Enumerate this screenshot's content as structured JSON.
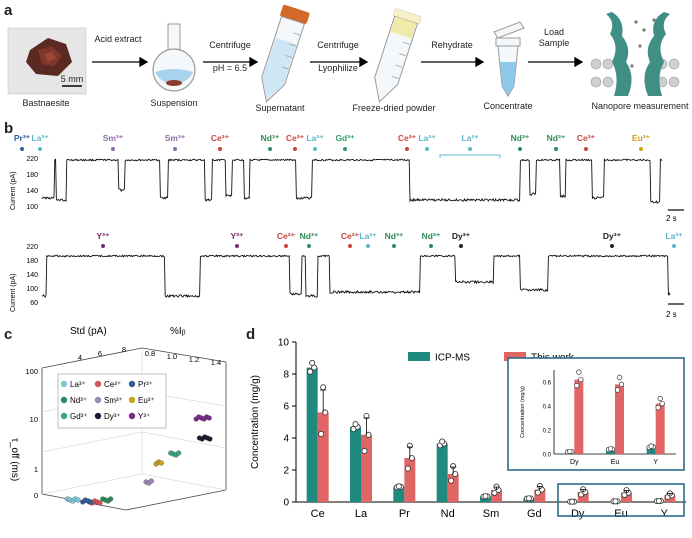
{
  "panels": {
    "a": "a",
    "b": "b",
    "c": "c",
    "d": "d"
  },
  "panel_a": {
    "steps": [
      "Bastnaesite",
      "Suspension",
      "Supernatant",
      "Freeze-dried powder",
      "Concentrate",
      "Nanopore measurement"
    ],
    "arrows": [
      {
        "line1": "Acid extract",
        "line2": ""
      },
      {
        "line1": "Centrifuge",
        "line2": "pH = 6.5"
      },
      {
        "line1": "Centrifuge",
        "line2": "Lyophilize"
      },
      {
        "line1": "Rehydrate",
        "line2": ""
      },
      {
        "line1": "Load",
        "line2": "Sample"
      }
    ],
    "scale_bar": "5 mm"
  },
  "panel_b": {
    "ylabel": "Current (pA)",
    "top": {
      "yticks": [
        "220",
        "180",
        "140",
        "100"
      ],
      "ions": [
        {
          "t": "Pr³⁺",
          "c": "#2d5f9a",
          "x": 22
        },
        {
          "t": "La³⁺",
          "c": "#5bb8c9",
          "x": 40
        },
        {
          "t": "Sm³⁺",
          "c": "#8e6ba8",
          "x": 113
        },
        {
          "t": "Sm³⁺",
          "c": "#8e6ba8",
          "x": 175
        },
        {
          "t": "Ce³⁺",
          "c": "#c9453c",
          "x": 220
        },
        {
          "t": "Nd³⁺",
          "c": "#2e8b57",
          "x": 270
        },
        {
          "t": "Ce³⁺",
          "c": "#c9453c",
          "x": 295
        },
        {
          "t": "La³⁺",
          "c": "#5bb8c9",
          "x": 315
        },
        {
          "t": "Gd³⁺",
          "c": "#2e9e6b",
          "x": 345
        },
        {
          "t": "Ce³⁺",
          "c": "#c9453c",
          "x": 407
        },
        {
          "t": "La³⁺",
          "c": "#5bb8c9",
          "x": 427
        },
        {
          "t": "La³⁺",
          "c": "#5bb8c9",
          "x": 470
        },
        {
          "t": "Nd³⁺",
          "c": "#2e8b57",
          "x": 520
        },
        {
          "t": "Nd³⁺",
          "c": "#2e8b57",
          "x": 556
        },
        {
          "t": "Ce³⁺",
          "c": "#c9453c",
          "x": 586
        },
        {
          "t": "Eu³⁺",
          "c": "#c9a21e",
          "x": 641
        }
      ],
      "scale": "2 s"
    },
    "bottom": {
      "yticks": [
        "220",
        "180",
        "140",
        "100",
        "60"
      ],
      "ions": [
        {
          "t": "Y³⁺",
          "c": "#7a2a6b",
          "x": 103
        },
        {
          "t": "Y³⁺",
          "c": "#7a2a6b",
          "x": 237
        },
        {
          "t": "Ce³⁺",
          "c": "#c9453c",
          "x": 286
        },
        {
          "t": "Nd³⁺",
          "c": "#2e8b57",
          "x": 309
        },
        {
          "t": "Ce³⁺",
          "c": "#c9453c",
          "x": 350
        },
        {
          "t": "La³⁺",
          "c": "#5bb8c9",
          "x": 368
        },
        {
          "t": "Nd³⁺",
          "c": "#2e8b57",
          "x": 394
        },
        {
          "t": "Nd³⁺",
          "c": "#2e8b57",
          "x": 431
        },
        {
          "t": "Dy³⁺",
          "c": "#222222",
          "x": 461
        },
        {
          "t": "Dy³⁺",
          "c": "#222222",
          "x": 612
        },
        {
          "t": "La³⁺",
          "c": "#5bb8c9",
          "x": 674
        }
      ],
      "scale": "2 s"
    }
  },
  "panel_c": {
    "axis_std": "Std (pA)",
    "axis_ib": "%Iᵦ",
    "axis_t": "τ_off (ms)",
    "std_ticks": [
      "4",
      "6",
      "8"
    ],
    "ib_ticks": [
      "0.8",
      "1.0",
      "1.2",
      "1.4"
    ],
    "t_ticks": [
      "100",
      "10",
      "1",
      "0"
    ],
    "legend": [
      {
        "t": "La³⁺",
        "c": "#7ec8d8"
      },
      {
        "t": "Ce³⁺",
        "c": "#d9534f"
      },
      {
        "t": "Pr³⁺",
        "c": "#2f5f9e"
      },
      {
        "t": "Nd³⁺",
        "c": "#2e8b57"
      },
      {
        "t": "Sm³⁺",
        "c": "#9a86b8"
      },
      {
        "t": "Eu³⁺",
        "c": "#c9a21e"
      },
      {
        "t": "Gd³⁺",
        "c": "#3aa77a"
      },
      {
        "t": "Dy³⁺",
        "c": "#1a1a2e"
      },
      {
        "t": "Y³⁺",
        "c": "#7a2a8b"
      }
    ]
  },
  "chart_data": {
    "type": "bar",
    "title": "",
    "ylabel": "Concentration (mg/g)",
    "xlabel": "",
    "ylim": [
      0,
      10
    ],
    "yticks": [
      0,
      2,
      4,
      6,
      8,
      10
    ],
    "categories": [
      "Ce",
      "La",
      "Pr",
      "Nd",
      "Sm",
      "Gd",
      "Dy",
      "Eu",
      "Y"
    ],
    "series": [
      {
        "name": "ICP-MS",
        "color": "#1f8a80",
        "values": [
          8.4,
          4.7,
          0.95,
          3.65,
          0.35,
          0.22,
          0.02,
          0.04,
          0.06
        ]
      },
      {
        "name": "This work",
        "color": "#e06666",
        "values": [
          5.6,
          4.2,
          2.75,
          1.75,
          0.75,
          0.78,
          0.62,
          0.58,
          0.42
        ]
      }
    ],
    "inset": {
      "ylabel": "Concentration (mg/g)",
      "ylim": [
        0,
        0.7
      ],
      "yticks": [
        "0.0",
        "0.2",
        "0.4",
        "0.6"
      ],
      "categories": [
        "Dy",
        "Eu",
        "Y"
      ],
      "icp": [
        0.02,
        0.04,
        0.06
      ],
      "thiswork": [
        0.62,
        0.58,
        0.42
      ]
    }
  }
}
